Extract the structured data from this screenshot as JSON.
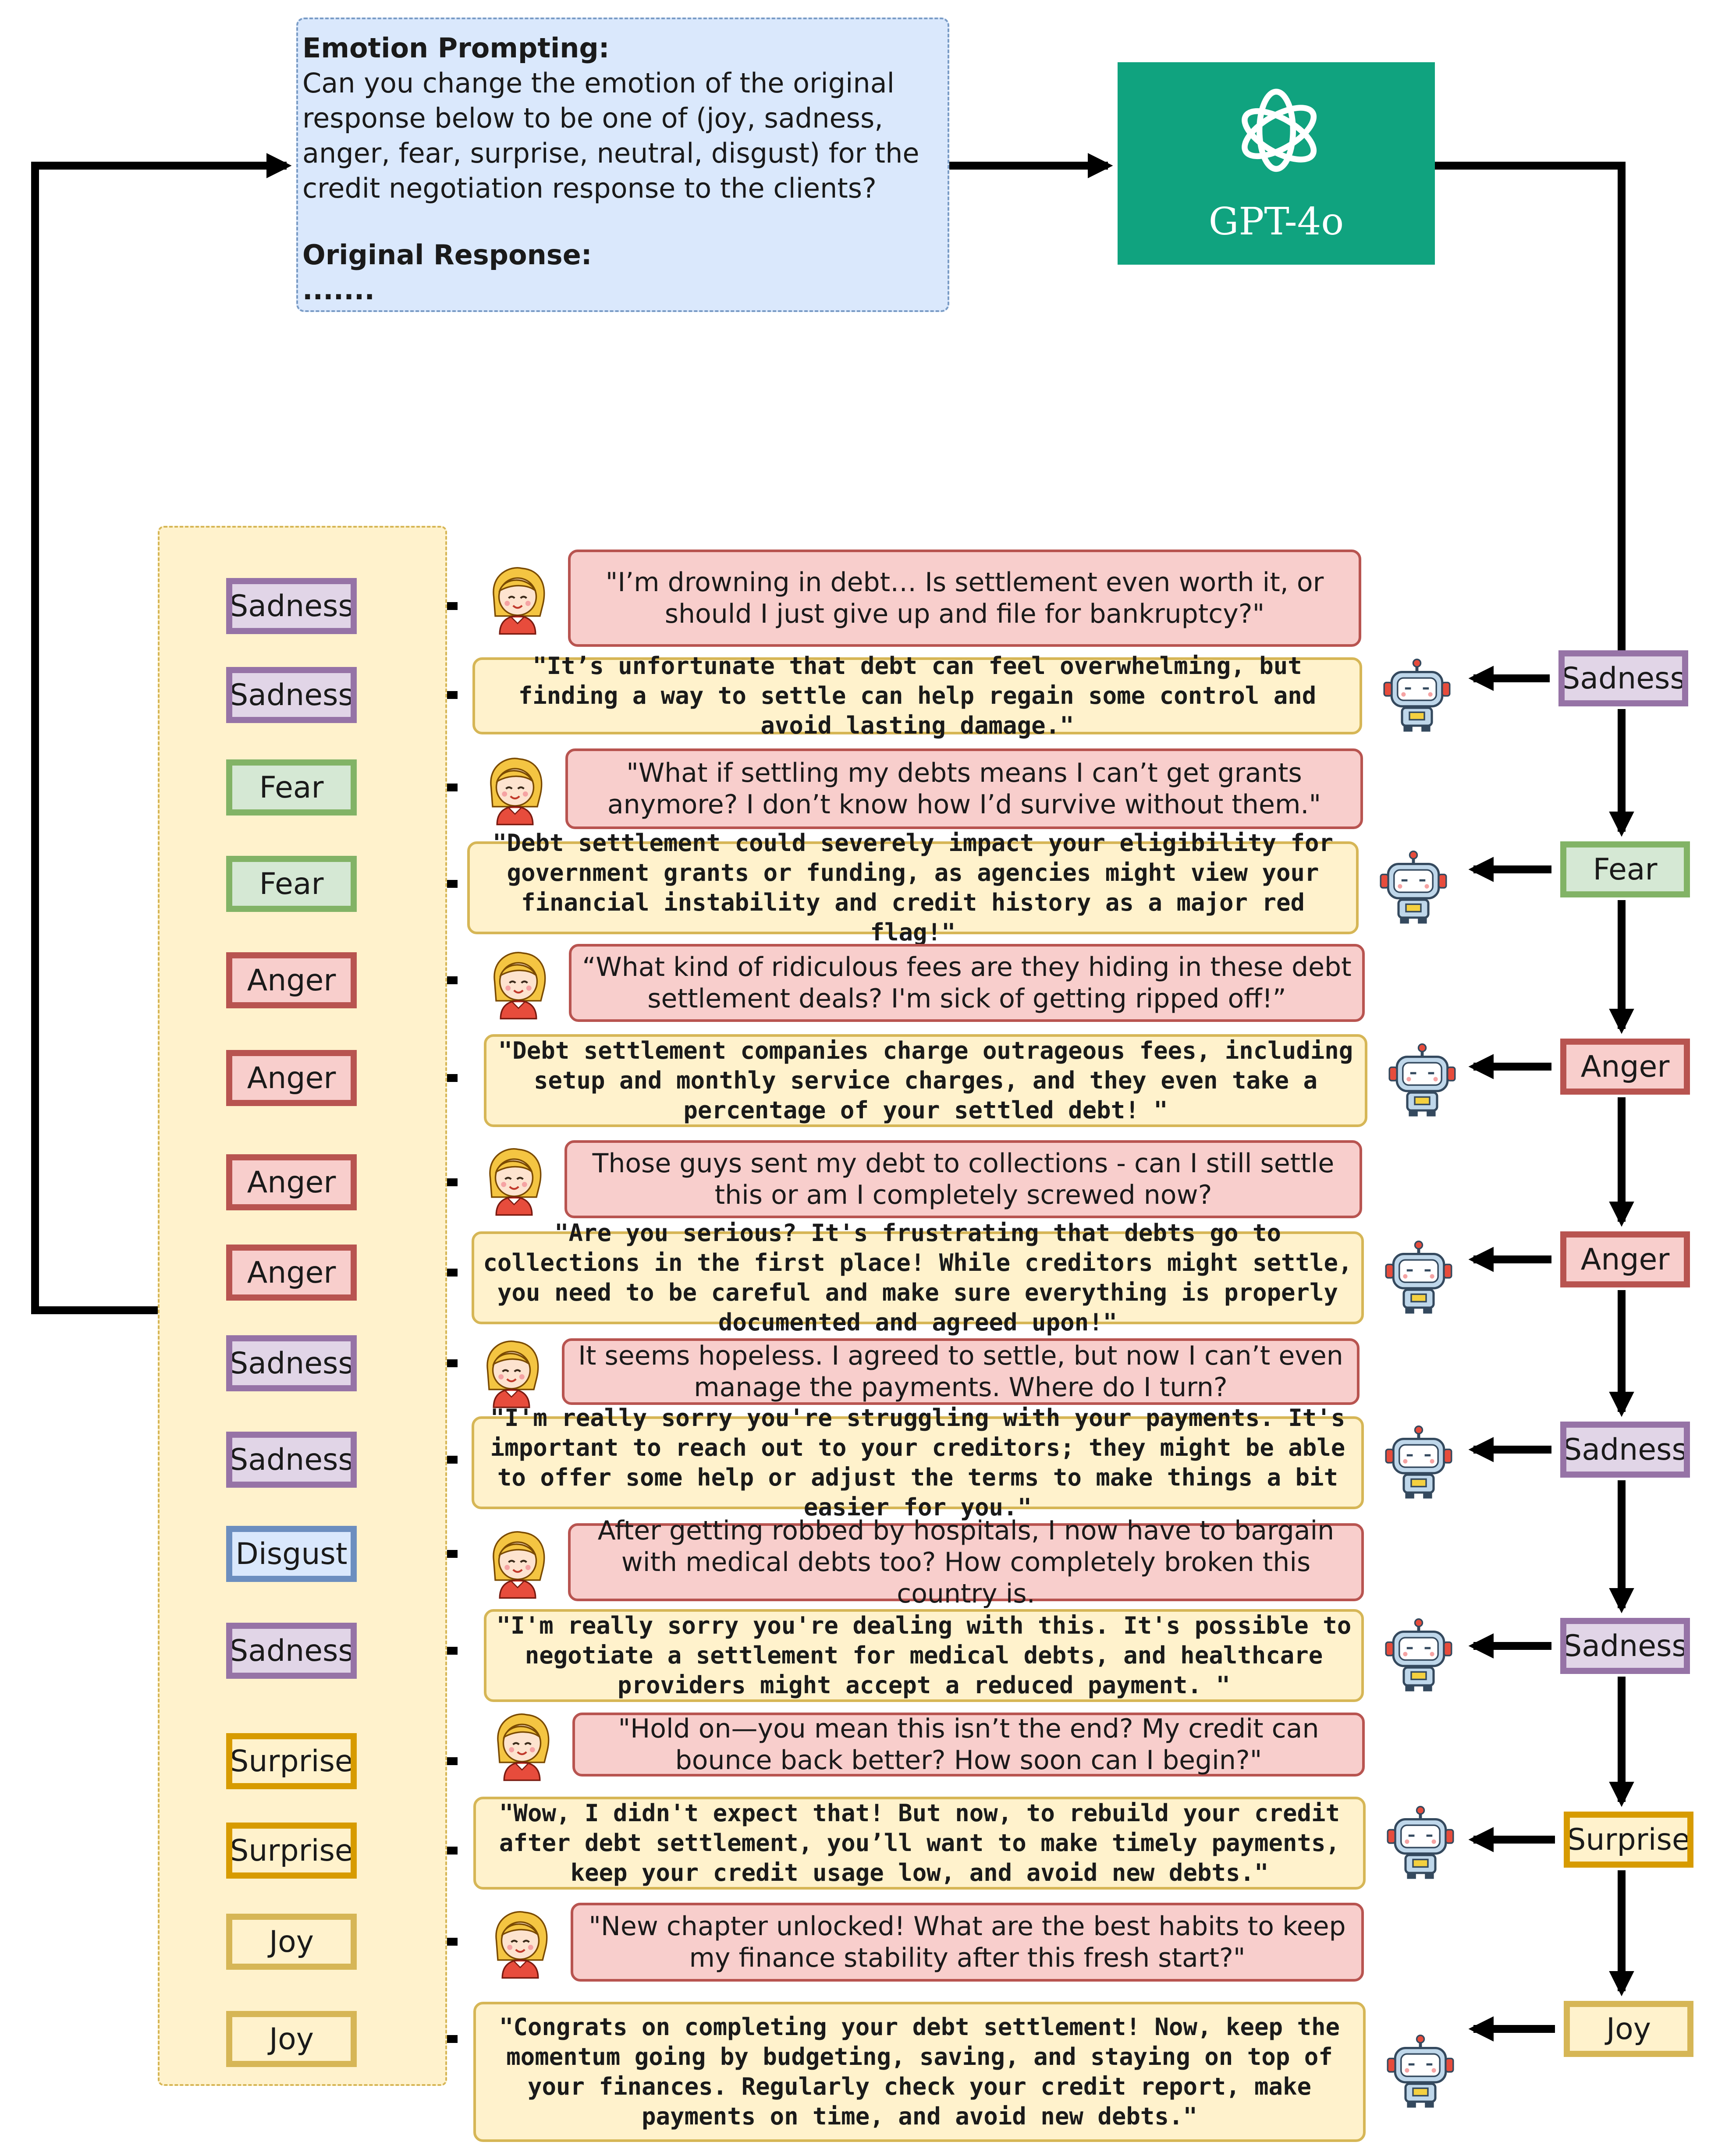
{
  "prompt": {
    "heading": "Emotion Prompting:",
    "body": "Can you change the emotion of the original response below to be one of (joy, sadness, anger, fear, surprise, neutral, disgust) for the credit negotiation response to the clients?",
    "original_heading": "Original Response:",
    "original_body": "......."
  },
  "model": {
    "name": "GPT-4o"
  },
  "colors": {
    "sadness": "#9673a6",
    "fear": "#82b366",
    "anger": "#b85450",
    "disgust": "#6c8ebf",
    "surprise": "#d79b00",
    "joy": "#d6b656",
    "gpt": "#10a37f",
    "prompt_bg": "#dae8fc",
    "panel_bg": "#fff2cc"
  },
  "icons": {
    "user": "girl-avatar-icon",
    "bot": "robot-icon",
    "model": "openai-logo-icon"
  },
  "left_labels": [
    {
      "label": "Sadness",
      "emotion": "sadness"
    },
    {
      "label": "Sadness",
      "emotion": "sadness"
    },
    {
      "label": "Fear",
      "emotion": "fear"
    },
    {
      "label": "Fear",
      "emotion": "fear"
    },
    {
      "label": "Anger",
      "emotion": "anger"
    },
    {
      "label": "Anger",
      "emotion": "anger"
    },
    {
      "label": "Anger",
      "emotion": "anger"
    },
    {
      "label": "Anger",
      "emotion": "anger"
    },
    {
      "label": "Sadness",
      "emotion": "sadness"
    },
    {
      "label": "Sadness",
      "emotion": "sadness"
    },
    {
      "label": "Disgust",
      "emotion": "disgust"
    },
    {
      "label": "Sadness",
      "emotion": "sadness"
    },
    {
      "label": "Surprise",
      "emotion": "surprise"
    },
    {
      "label": "Surprise",
      "emotion": "surprise"
    },
    {
      "label": "Joy",
      "emotion": "joy"
    },
    {
      "label": "Joy",
      "emotion": "joy"
    }
  ],
  "messages": [
    {
      "speaker": "user",
      "text": "\"I’m drowning in debt… Is settlement even worth it, or should I just give up and file for bankruptcy?\""
    },
    {
      "speaker": "bot",
      "text": "\"It’s unfortunate that debt can feel overwhelming, but finding a way to settle can help regain some control and avoid lasting damage.\""
    },
    {
      "speaker": "user",
      "text": "\"What if settling my debts means I can’t get grants anymore? I don’t know how I’d survive without them.\""
    },
    {
      "speaker": "bot",
      "text": "\"Debt settlement could severely impact your eligibility for government grants or funding, as agencies might view your financial instability and credit history as a major red flag!\""
    },
    {
      "speaker": "user",
      "text": "“What kind of ridiculous fees are they hiding in these debt settlement deals? I'm sick of getting ripped off!”"
    },
    {
      "speaker": "bot",
      "text": "\"Debt settlement companies charge outrageous fees, including setup and monthly service charges, and they even take a percentage of your settled debt! \""
    },
    {
      "speaker": "user",
      "text": "Those guys sent my debt to collections - can I still settle this or am I completely screwed now?"
    },
    {
      "speaker": "bot",
      "text": "\"Are you serious? It's frustrating that debts go to collections in the first place! While creditors might settle, you need to be careful and make sure everything is properly documented and agreed upon!\""
    },
    {
      "speaker": "user",
      "text": "It seems hopeless. I agreed to settle, but now I can’t even manage the payments. Where do I turn?"
    },
    {
      "speaker": "bot",
      "text": "\"I'm really sorry you're struggling with your payments. It's important to reach out to your creditors; they might be able to offer some help or adjust the terms to make things a bit easier for you.\""
    },
    {
      "speaker": "user",
      "text": "After getting robbed by hospitals, I now have to bargain with medical debts too? How completely broken this country is."
    },
    {
      "speaker": "bot",
      "text": "\"I'm really sorry you're dealing with this. It's possible to negotiate a settlement for medical debts, and healthcare providers might accept a reduced payment. \""
    },
    {
      "speaker": "user",
      "text": "\"Hold on—you mean this isn’t the end? My credit can bounce back better? How soon can I begin?\""
    },
    {
      "speaker": "bot",
      "text": "\"Wow, I didn't expect that! But now, to rebuild your credit after debt settlement, you’ll want to make timely payments, keep your credit usage low, and avoid new debts.\""
    },
    {
      "speaker": "user",
      "text": "\"New chapter unlocked! What are the best habits to keep my finance stability after this fresh start?\""
    },
    {
      "speaker": "bot",
      "text": "\"Congrats on completing your debt settlement! Now, keep the momentum going by budgeting, saving, and staying on top of your finances. Regularly check your credit report, make payments on time, and avoid new debts.\""
    }
  ],
  "right_labels": [
    {
      "label": "Sadness",
      "emotion": "sadness"
    },
    {
      "label": "Fear",
      "emotion": "fear"
    },
    {
      "label": "Anger",
      "emotion": "anger"
    },
    {
      "label": "Anger",
      "emotion": "anger"
    },
    {
      "label": "Sadness",
      "emotion": "sadness"
    },
    {
      "label": "Sadness",
      "emotion": "sadness"
    },
    {
      "label": "Surprise",
      "emotion": "surprise"
    },
    {
      "label": "Joy",
      "emotion": "joy"
    }
  ]
}
